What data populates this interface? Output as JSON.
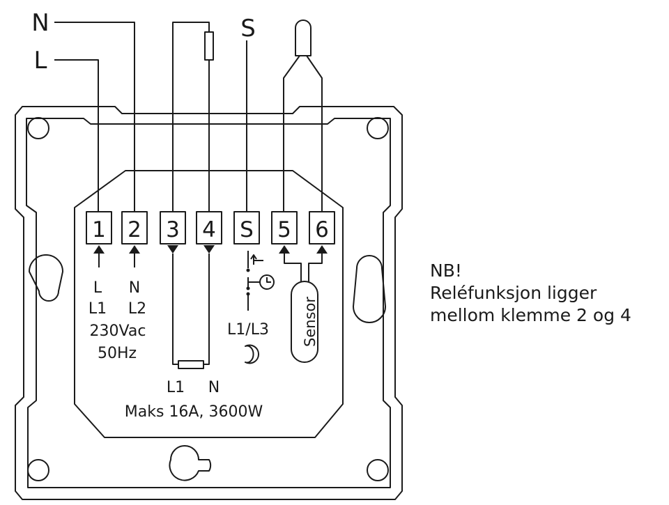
{
  "supply": {
    "n": "N",
    "l": "L",
    "s": "S"
  },
  "terminals": [
    "1",
    "2",
    "3",
    "4",
    "S",
    "5",
    "6"
  ],
  "left_block": {
    "l": "L",
    "n": "N",
    "l1": "L1",
    "l2": "L2",
    "voltage": "230Vac",
    "freq": "50Hz"
  },
  "load": {
    "l1": "L1",
    "n": "N",
    "rating": "Maks 16A, 3600W"
  },
  "switch": {
    "label": "L1/L3"
  },
  "sensor": {
    "label": "Sensor"
  },
  "note": {
    "title": "NB!",
    "line1": "Reléfunksjon ligger",
    "line2": "mellom klemme 2 og 4"
  }
}
